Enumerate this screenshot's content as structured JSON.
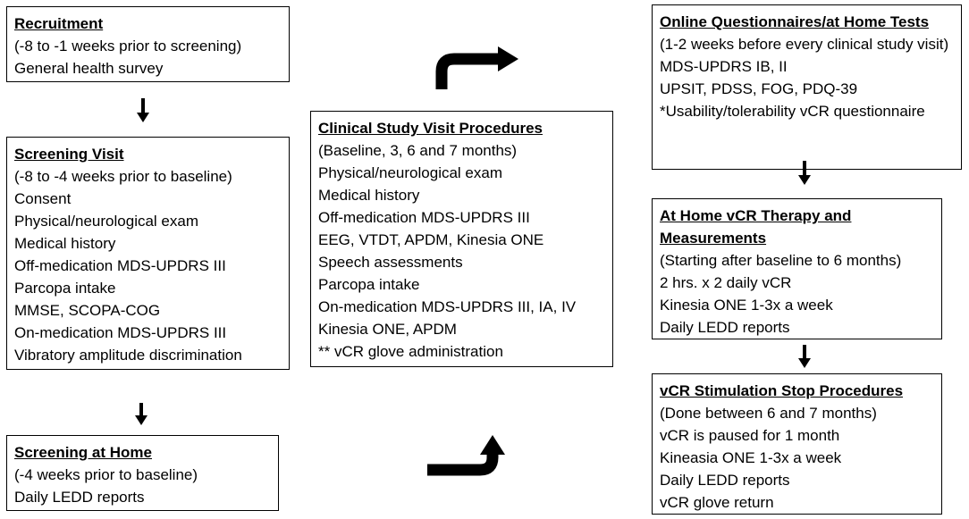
{
  "boxes": {
    "recruitment": {
      "title": "Recruitment",
      "lines": [
        "(-8 to -1 weeks prior to screening)",
        "General health survey"
      ]
    },
    "screening_visit": {
      "title": "Screening Visit",
      "lines": [
        "(-8 to -4 weeks prior to baseline)",
        "Consent",
        "Physical/neurological exam",
        "Medical history",
        "Off-medication MDS-UPDRS III",
        "Parcopa intake",
        "MMSE, SCOPA-COG",
        "On-medication MDS-UPDRS III",
        "Vibratory amplitude discrimination"
      ]
    },
    "screening_home": {
      "title": "Screening at Home",
      "lines": [
        "(-4 weeks prior to baseline)",
        "Daily LEDD reports"
      ]
    },
    "clinical": {
      "title": "Clinical Study Visit Procedures",
      "lines": [
        "(Baseline, 3, 6 and 7 months)",
        "Physical/neurological exam",
        "Medical history",
        "Off-medication MDS-UPDRS III",
        "EEG, VTDT, APDM, Kinesia ONE",
        "Speech assessments",
        "Parcopa intake",
        "On-medication MDS-UPDRS III, IA, IV",
        "Kinesia ONE, APDM",
        "** vCR glove administration"
      ]
    },
    "online": {
      "title": "Online Questionnaires/at Home Tests",
      "lines": [
        "(1-2 weeks before every clinical study visit)",
        "MDS-UPDRS IB, II",
        "UPSIT, PDSS, FOG, PDQ-39",
        "*Usability/tolerability vCR questionnaire"
      ]
    },
    "home_therapy": {
      "title": "At Home vCR Therapy and Measurements",
      "lines": [
        "(Starting after baseline to 6 months)",
        "2 hrs. x 2 daily vCR",
        "Kinesia ONE 1-3x a week",
        "Daily LEDD reports"
      ]
    },
    "stop": {
      "title": "vCR Stimulation Stop Procedures",
      "lines": [
        "(Done between 6 and 7 months)",
        "vCR is paused for 1 month",
        "Kineasia ONE 1-3x a week",
        "Daily LEDD reports",
        "vCR glove return"
      ]
    }
  }
}
